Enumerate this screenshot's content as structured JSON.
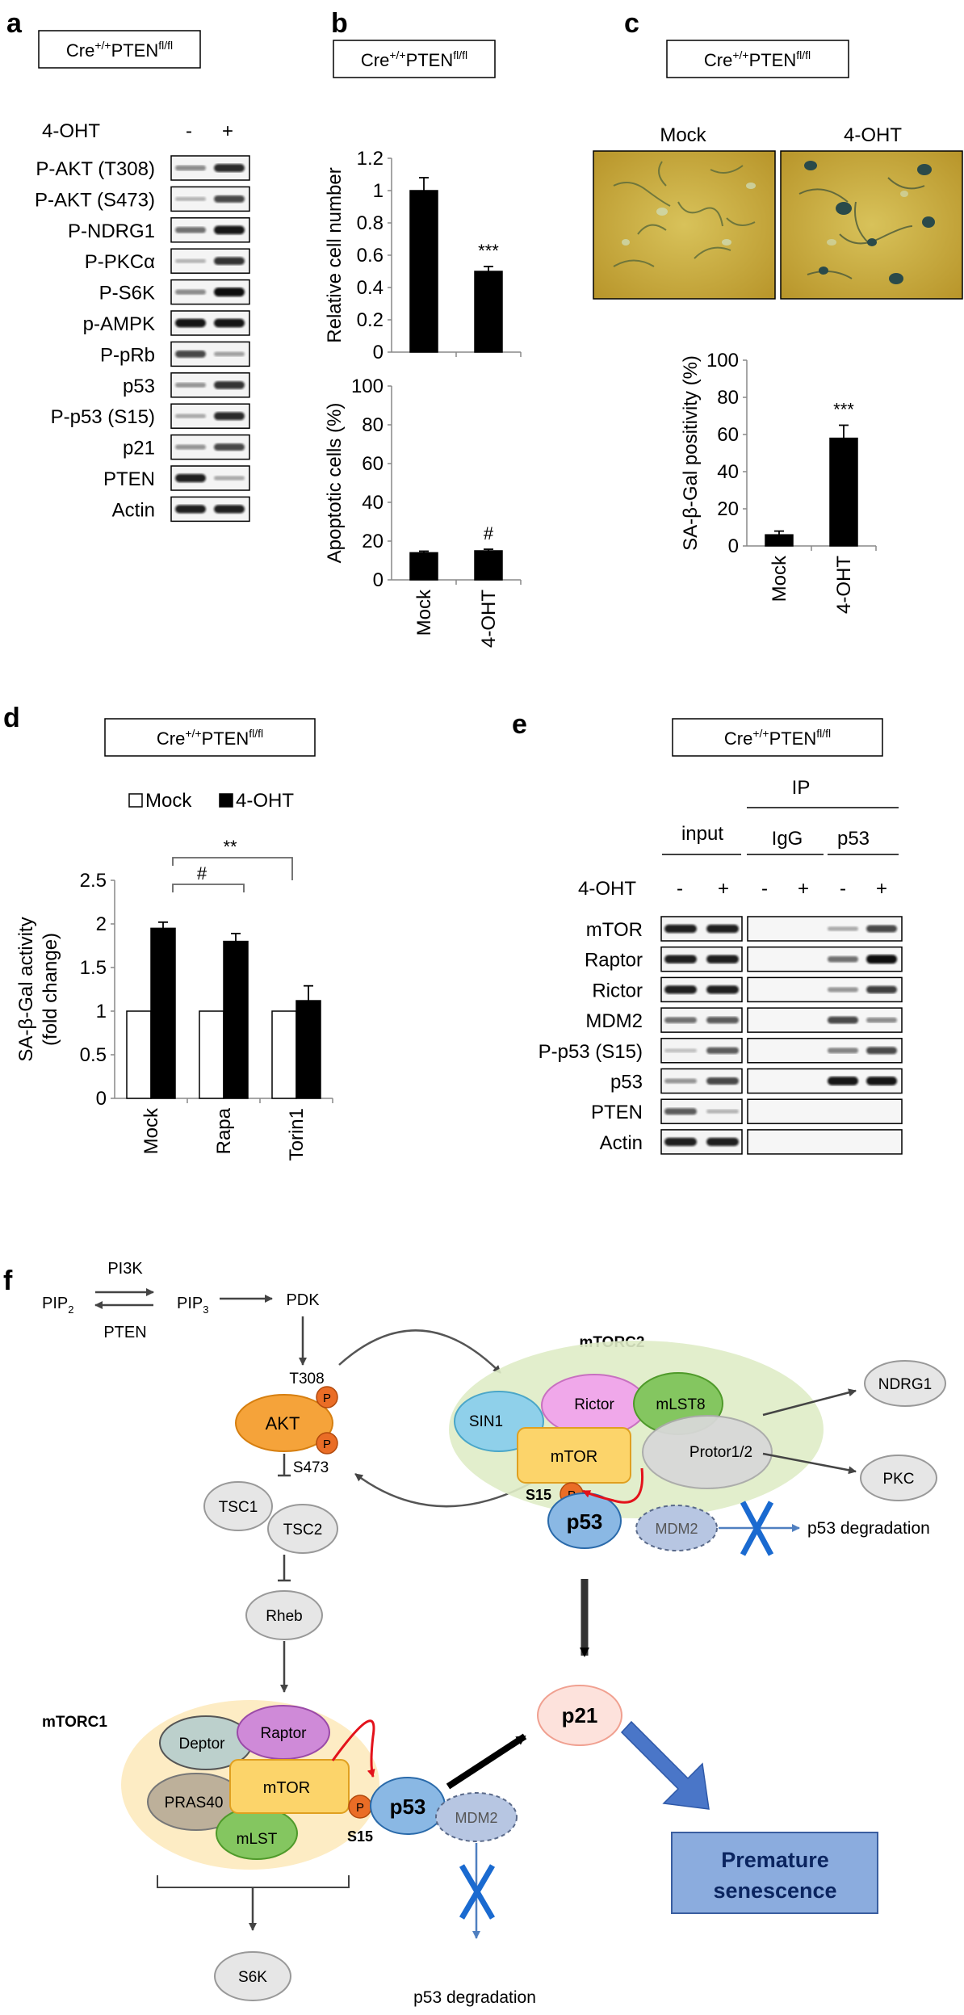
{
  "panels": {
    "a": {
      "letter": "a",
      "genotype": {
        "base": "Cre",
        "sup1": "+/+",
        "mid": "PTEN",
        "sup2": "fl/fl"
      },
      "treatment_label": "4-OHT",
      "lane_labels": [
        "-",
        "+"
      ],
      "blots": [
        "P-AKT (T308)",
        "P-AKT (S473)",
        "P-NDRG1",
        "P-PKCα",
        "P-S6K",
        "p-AMPK",
        "P-pRb",
        "p53",
        "P-p53 (S15)",
        "p21",
        "PTEN",
        "Actin"
      ]
    },
    "b": {
      "letter": "b",
      "genotype": {
        "base": "Cre",
        "sup1": "+/+",
        "mid": "PTEN",
        "sup2": "fl/fl"
      }
    },
    "c": {
      "letter": "c",
      "genotype": {
        "base": "Cre",
        "sup1": "+/+",
        "mid": "PTEN",
        "sup2": "fl/fl"
      },
      "image_labels": [
        "Mock",
        "4-OHT"
      ]
    },
    "d": {
      "letter": "d",
      "genotype": {
        "base": "Cre",
        "sup1": "+/+",
        "mid": "PTEN",
        "sup2": "fl/fl"
      },
      "sig_labels": [
        "#",
        "**"
      ]
    },
    "e": {
      "letter": "e",
      "genotype": {
        "base": "Cre",
        "sup1": "+/+",
        "mid": "PTEN",
        "sup2": "fl/fl"
      },
      "ip_label": "IP",
      "group_labels": [
        "input",
        "IgG",
        "p53"
      ],
      "treatment_label": "4-OHT",
      "lane_labels": [
        "-",
        "+",
        "-",
        "+",
        "-",
        "+"
      ],
      "blots": [
        "mTOR",
        "Raptor",
        "Rictor",
        "MDM2",
        "P-p53 (S15)",
        "p53",
        "PTEN",
        "Actin"
      ]
    },
    "f": {
      "letter": "f",
      "pip2": {
        "base": "PIP",
        "sub": "2"
      },
      "pip3": {
        "base": "PIP",
        "sub": "3"
      },
      "pi3k": "PI3K",
      "pten": "PTEN",
      "pdk": "PDK",
      "t308": "T308",
      "s473": "S473",
      "akt": "AKT",
      "p": "P",
      "tsc1": "TSC1",
      "tsc2": "TSC2",
      "rheb": "Rheb",
      "mtorc2_label": "mTORC2",
      "mtorc1_label": "mTORC1",
      "sin1": "SIN1",
      "rictor": "Rictor",
      "mlst8": "mLST8",
      "protor": "Protor1/2",
      "mtor": "mTOR",
      "s15": "S15",
      "p53": "p53",
      "mdm2": "MDM2",
      "p53_degradation": "p53 degradation",
      "ndrg1": "NDRG1",
      "pkc": "PKC",
      "p21": "p21",
      "deptor": "Deptor",
      "raptor": "Raptor",
      "pras40": "PRAS40",
      "mlst": "mLST",
      "s6k": "S6K",
      "senescence_line1": "Premature",
      "senescence_line2": "senescence"
    }
  },
  "chart_data": [
    {
      "id": "b-top",
      "type": "bar",
      "categories": [
        "Mock",
        "4-OHT"
      ],
      "values": [
        1.0,
        0.5
      ],
      "errors": [
        0.08,
        0.03
      ],
      "ylabel": "Relative cell number",
      "ylim": [
        0,
        1.2
      ],
      "yticks": [
        "0",
        "0.2",
        "0.4",
        "0.6",
        "0.8",
        "1",
        "1.2"
      ],
      "annotations": [
        "",
        "***"
      ],
      "color": "#000000"
    },
    {
      "id": "b-bottom",
      "type": "bar",
      "categories": [
        "Mock",
        "4-OHT"
      ],
      "values": [
        14,
        15
      ],
      "errors": [
        0.8,
        0.8
      ],
      "ylabel": "Apoptotic cells (%)",
      "ylim": [
        0,
        100
      ],
      "yticks": [
        "0",
        "20",
        "40",
        "60",
        "80",
        "100"
      ],
      "annotations": [
        "",
        "#"
      ],
      "color": "#000000"
    },
    {
      "id": "c",
      "type": "bar",
      "categories": [
        "Mock",
        "4-OHT"
      ],
      "values": [
        6,
        58
      ],
      "errors": [
        2,
        7
      ],
      "ylabel": "SA-β-Gal positivity (%)",
      "ylim": [
        0,
        100
      ],
      "yticks": [
        "0",
        "20",
        "40",
        "60",
        "80",
        "100"
      ],
      "annotations": [
        "",
        "***"
      ],
      "color": "#000000"
    },
    {
      "id": "d",
      "type": "bar",
      "categories": [
        "Mock",
        "Rapa",
        "Torin1"
      ],
      "series": [
        {
          "name": "Mock",
          "values": [
            1.0,
            1.0,
            1.0
          ],
          "errors": [
            0,
            0,
            0
          ],
          "color": "#ffffff"
        },
        {
          "name": "4-OHT",
          "values": [
            1.95,
            1.8,
            1.12
          ],
          "errors": [
            0.07,
            0.09,
            0.17
          ],
          "color": "#000000"
        }
      ],
      "ylabel": "SA-β-Gal activity\n(fold change)",
      "ylim": [
        0,
        2.5
      ],
      "yticks": [
        "0",
        "0.5",
        "1",
        "1.5",
        "2",
        "2.5"
      ],
      "legend": "top-left"
    }
  ]
}
